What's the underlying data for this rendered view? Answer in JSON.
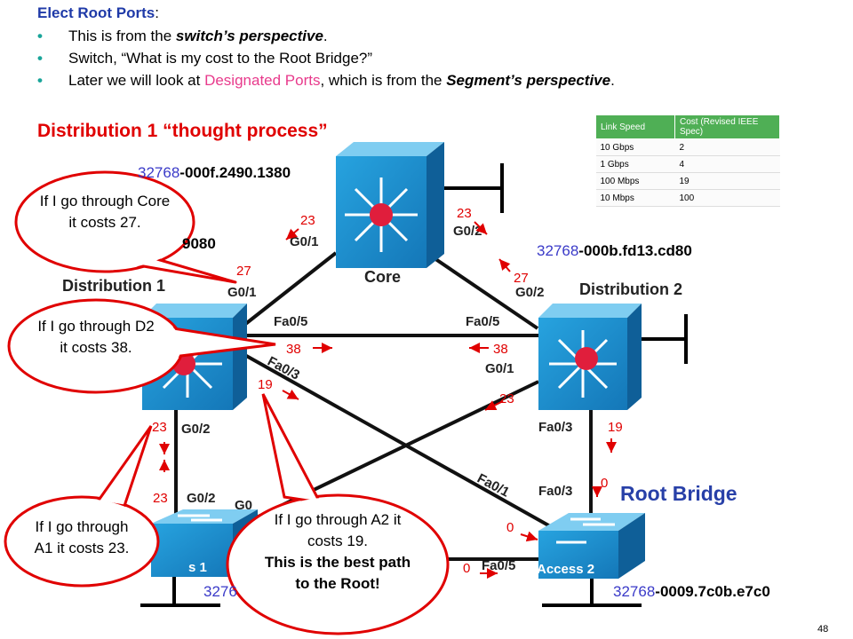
{
  "header": {
    "label": "Elect Root Ports",
    "colon": ":",
    "bullets": [
      {
        "pre": "This is from the ",
        "em": "switch’s perspective",
        "post": "."
      },
      {
        "text": "Switch, “What is my cost to the Root Bridge?”"
      },
      {
        "pre": "Later we will look at ",
        "hl": "Designated Ports",
        "mid": ", which is from the ",
        "em": "Segment’s perspective",
        "post": "."
      }
    ]
  },
  "title": "Distribution 1 “thought process”",
  "cost_table": {
    "headers": [
      "Link Speed",
      "Cost (Revised IEEE Spec)"
    ],
    "rows": [
      [
        "10 Gbps",
        "2"
      ],
      [
        "1 Gbps",
        "4"
      ],
      [
        "100 Mbps",
        "19"
      ],
      [
        "10 Mbps",
        "100"
      ]
    ]
  },
  "switches": {
    "core": {
      "label": "Core",
      "priority": "32768",
      "mac": "-000f.2490.1380"
    },
    "dist1": {
      "label": "Distribution 1",
      "mac_partial": "9080"
    },
    "dist2": {
      "label": "Distribution 2",
      "priority": "32768",
      "mac": "-000b.fd13.cd80"
    },
    "access1": {
      "label": "Access 1",
      "priority_partial": "3276"
    },
    "access2": {
      "label": "Access 2",
      "priority": "32768",
      "mac": "-0009.7c0b.e7c0"
    }
  },
  "ports": {
    "core_g01": "G0/1",
    "core_g02": "G0/2",
    "d1_g01": "G0/1",
    "d1_fa05": "Fa0/5",
    "d1_fa03": "Fa0/3",
    "d1_g02": "G0/2",
    "d2_g02": "G0/2",
    "d2_fa05": "Fa0/5",
    "d2_g01": "G0/1",
    "d2_fa03": "Fa0/3",
    "a1_g02": "G0/2",
    "a1_g01_partial": "G0",
    "a2_fa01": "Fa0/1",
    "a2_fa03": "Fa0/3",
    "a2_fa05": "Fa0/5"
  },
  "costs": {
    "core_d1": "23",
    "core_d2": "23",
    "d1_g01": "27",
    "d2_g02": "27",
    "d1_fa05": "38",
    "d2_fa05": "38",
    "d1_fa03": "19",
    "d2_g01": "23",
    "d1_g02": "23",
    "a1_g02": "23",
    "d2_fa03": "19",
    "a2_fa03": "0",
    "a2_fa01": "0",
    "a2_fa05": "0"
  },
  "root_bridge": "Root Bridge",
  "bubbles": {
    "core": "If I go through Core it costs 27.",
    "d2": "If I go through D2 it costs 38.",
    "a1": "If I go through A1 it costs 23.",
    "a2_line1": "If I go through A2 it costs 19.",
    "a2_bold": "This is the best path to the Root!"
  },
  "page_number": "48",
  "colors": {
    "accent_red": "#e00000",
    "switch_blue": "#1f8fd0",
    "bubble_border": "#e00000",
    "header_blue": "#1f3aa8",
    "table_green": "#4faf55"
  }
}
